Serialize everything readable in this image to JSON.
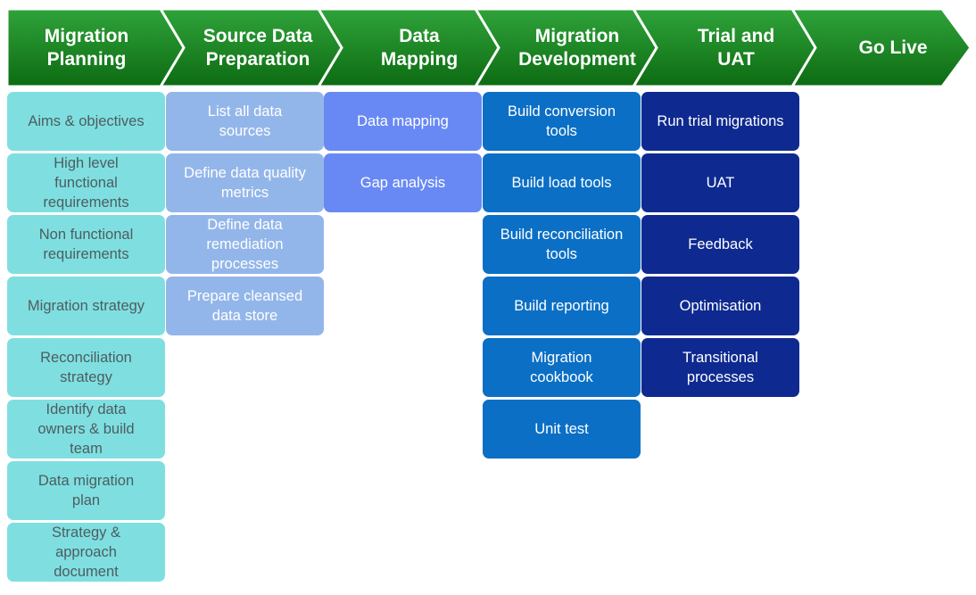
{
  "colors": {
    "chevron_top": "#2fa33a",
    "chevron_bottom": "#0d6b12",
    "column_fills": [
      "#7fdfe0",
      "#93b6ea",
      "#6889f4",
      "#0b6fc5",
      "#0e2a90"
    ]
  },
  "phases": [
    {
      "label": "Migration\nPlanning"
    },
    {
      "label": "Source Data\nPreparation"
    },
    {
      "label": "Data\nMapping"
    },
    {
      "label": "Migration\nDevelopment"
    },
    {
      "label": "Trial and\nUAT"
    },
    {
      "label": "Go Live"
    }
  ],
  "columns": [
    {
      "items": [
        "Aims & objectives",
        "High level\nfunctional\nrequirements",
        "Non functional\nrequirements",
        "Migration strategy",
        "Reconciliation\nstrategy",
        "Identify data\nowners & build\nteam",
        "Data migration\nplan",
        "Strategy &\napproach\ndocument"
      ]
    },
    {
      "items": [
        "List all data\nsources",
        "Define data quality\nmetrics",
        "Define data\nremediation\nprocesses",
        "Prepare cleansed\ndata store"
      ]
    },
    {
      "items": [
        "Data mapping",
        "Gap analysis"
      ]
    },
    {
      "items": [
        "Build conversion\ntools",
        "Build load tools",
        "Build reconciliation\ntools",
        "Build reporting",
        "Migration\ncookbook",
        "Unit test"
      ]
    },
    {
      "items": [
        "Run trial migrations",
        "UAT",
        "Feedback",
        "Optimisation",
        "Transitional\nprocesses"
      ]
    }
  ]
}
